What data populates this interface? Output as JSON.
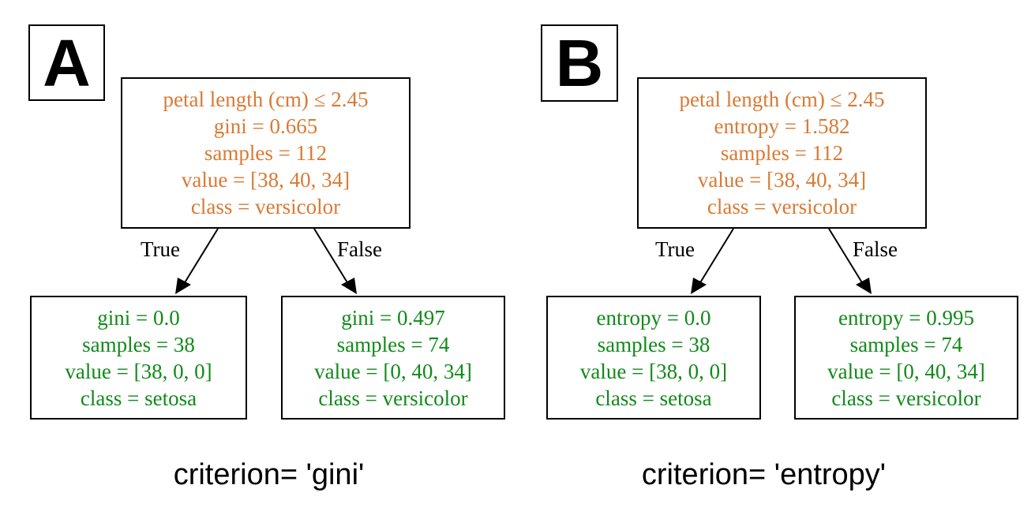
{
  "panels": [
    {
      "label": "A",
      "root": {
        "lines": [
          "petal length (cm) ≤ 2.45",
          "gini = 0.665",
          "samples = 112",
          "value = [38, 40, 34]",
          "class = versicolor"
        ]
      },
      "left_leaf": {
        "lines": [
          "gini = 0.0",
          "samples = 38",
          "value = [38, 0, 0]",
          "class = setosa"
        ]
      },
      "right_leaf": {
        "lines": [
          "gini = 0.497",
          "samples = 74",
          "value = [0, 40, 34]",
          "class = versicolor"
        ]
      },
      "true_label": "True",
      "false_label": "False",
      "caption": "criterion= 'gini'"
    },
    {
      "label": "B",
      "root": {
        "lines": [
          "petal length (cm) ≤ 2.45",
          "entropy = 1.582",
          "samples = 112",
          "value = [38, 40, 34]",
          "class = versicolor"
        ]
      },
      "left_leaf": {
        "lines": [
          "entropy = 0.0",
          "samples = 38",
          "value = [38, 0, 0]",
          "class = setosa"
        ]
      },
      "right_leaf": {
        "lines": [
          "entropy = 0.995",
          "samples = 74",
          "value = [0, 40, 34]",
          "class = versicolor"
        ]
      },
      "true_label": "True",
      "false_label": "False",
      "caption": "criterion= 'entropy'"
    }
  ],
  "colors": {
    "root_text": "#d97a34",
    "leaf_text": "#118a1a",
    "border": "#000000"
  }
}
